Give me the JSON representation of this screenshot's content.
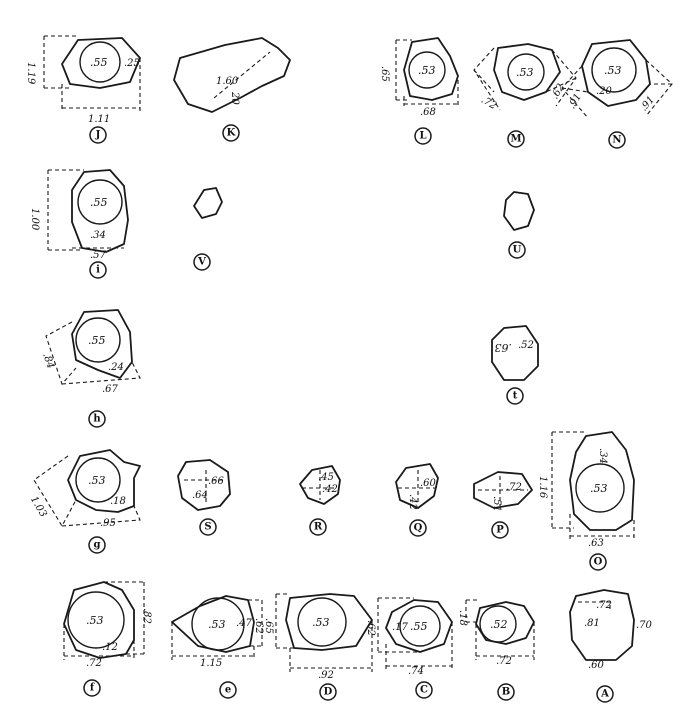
{
  "specimens": {
    "J": {
      "tag": "J",
      "center": ".55",
      "right": ".25",
      "height": "1.19",
      "width": "1.11"
    },
    "K": {
      "tag": "K",
      "center": "1.60",
      "note": "20"
    },
    "L": {
      "tag": "L",
      "center": ".53",
      "height": ".65",
      "width": ".68"
    },
    "M": {
      "tag": "M",
      "center": ".53",
      "left": ".72",
      "right": ".62"
    },
    "N": {
      "tag": "N",
      "center": ".53",
      "lower": ".20",
      "left": ".91",
      "right": ".91"
    },
    "I": {
      "tag": "i",
      "center": ".55",
      "lower": ".34",
      "height": "1.00",
      "width": ".57"
    },
    "V": {
      "tag": "V"
    },
    "U": {
      "tag": "U"
    },
    "H": {
      "tag": "h",
      "center": ".55",
      "lower": ".24",
      "height": ".84",
      "width": ".67"
    },
    "T": {
      "tag": "t",
      "center": ".63",
      "right": ".52"
    },
    "G": {
      "tag": "g",
      "center": ".53",
      "lower": ".18",
      "height": "1.03",
      "width": ".95"
    },
    "S": {
      "tag": "S",
      "upper": ".66",
      "lower": ".64"
    },
    "R": {
      "tag": "R",
      "upper": ".45",
      "lower": ".42"
    },
    "Q": {
      "tag": "Q",
      "upper": ".60",
      "lower": ".42"
    },
    "P": {
      "tag": "P",
      "upper": ".72",
      "lower": ".51"
    },
    "O": {
      "tag": "O",
      "center": ".53",
      "upper": ".34",
      "height": "1.16",
      "width": ".63"
    },
    "F": {
      "tag": "f",
      "center": ".53",
      "lower": ".12",
      "height": ".82",
      "width": ".72"
    },
    "E": {
      "tag": "e",
      "center": ".53",
      "right": ".47",
      "height": ".62",
      "width": "1.15"
    },
    "D": {
      "tag": "D",
      "center": ".53",
      "height": ".65",
      "width": ".92"
    },
    "C": {
      "tag": "C",
      "center": ".55",
      "left": ".17",
      "height": ".62",
      "width": ".74"
    },
    "B": {
      "tag": "B",
      "center": ".52",
      "height": ".18",
      "width": ".72"
    },
    "A": {
      "tag": "A",
      "top": ".72",
      "middle": ".81",
      "right": ".70",
      "bottom": ".60"
    }
  }
}
